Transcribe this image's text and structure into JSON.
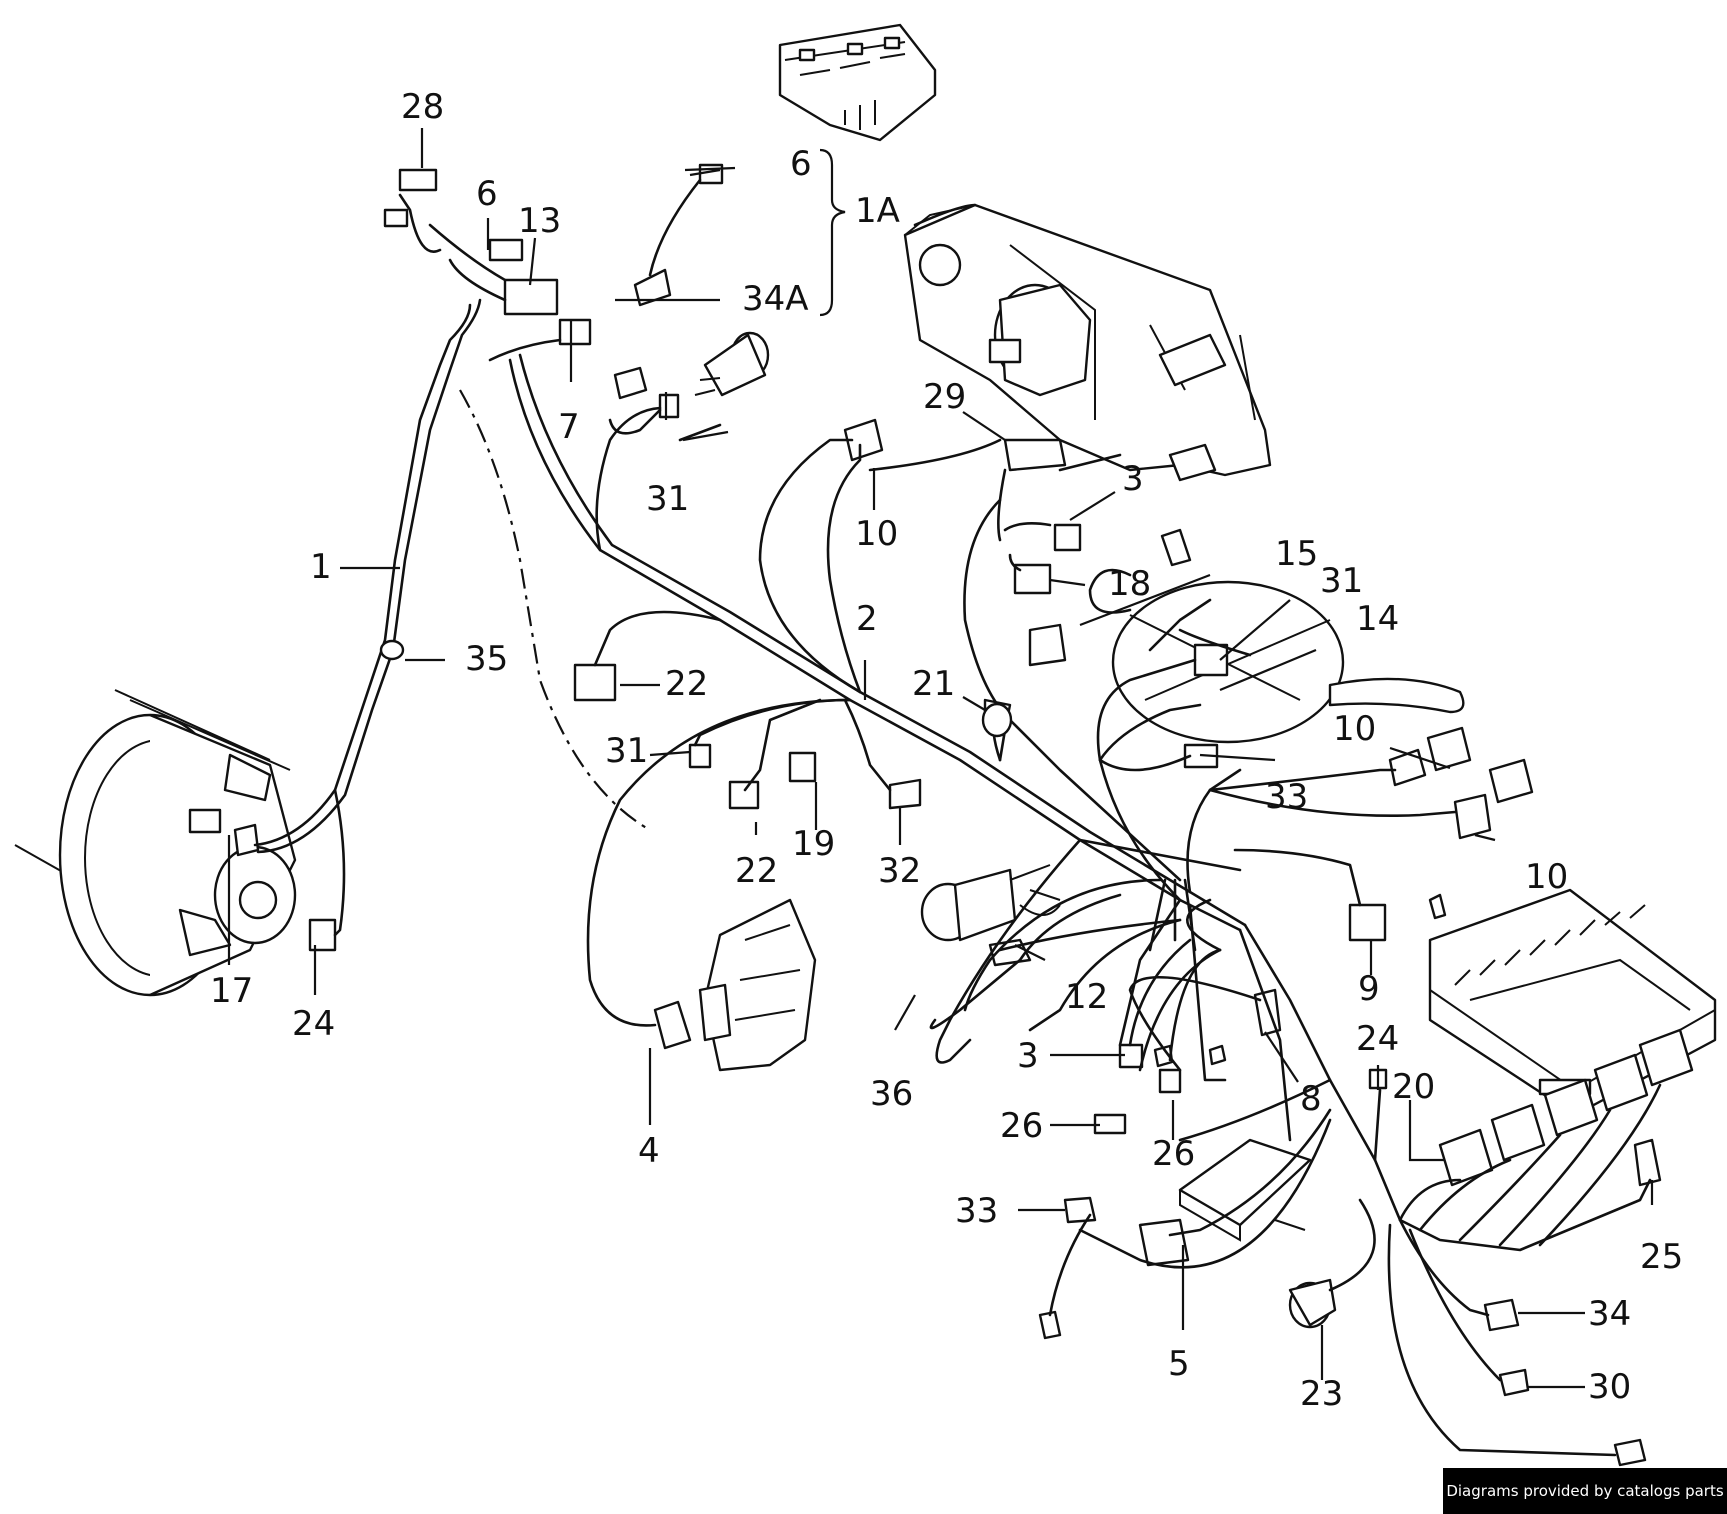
{
  "callouts": {
    "c28": "28",
    "c6a": "6",
    "c13": "13",
    "c6b": "6",
    "c1a": "1A",
    "c34a": "34A",
    "c7": "7",
    "c31a": "31",
    "c10a": "10",
    "c29": "29",
    "c3a": "3",
    "c18": "18",
    "c1": "1",
    "c35": "35",
    "c2": "2",
    "c15": "15",
    "c31b": "31",
    "c14": "14",
    "c22a": "22",
    "c21": "21",
    "c10b": "10",
    "c31c": "31",
    "c33a": "33",
    "c10c": "10",
    "c22b": "22",
    "c19": "19",
    "c32": "32",
    "c17": "17",
    "c24a": "24",
    "c9": "9",
    "c12": "12",
    "c36": "36",
    "c4": "4",
    "c3b": "3",
    "c8": "8",
    "c24b": "24",
    "c20": "20",
    "c26a": "26",
    "c26b": "26",
    "c33b": "33",
    "c25": "25",
    "c34": "34",
    "c5": "5",
    "c23": "23",
    "c30": "30"
  },
  "credit": "Diagrams provided by catalogs parts"
}
